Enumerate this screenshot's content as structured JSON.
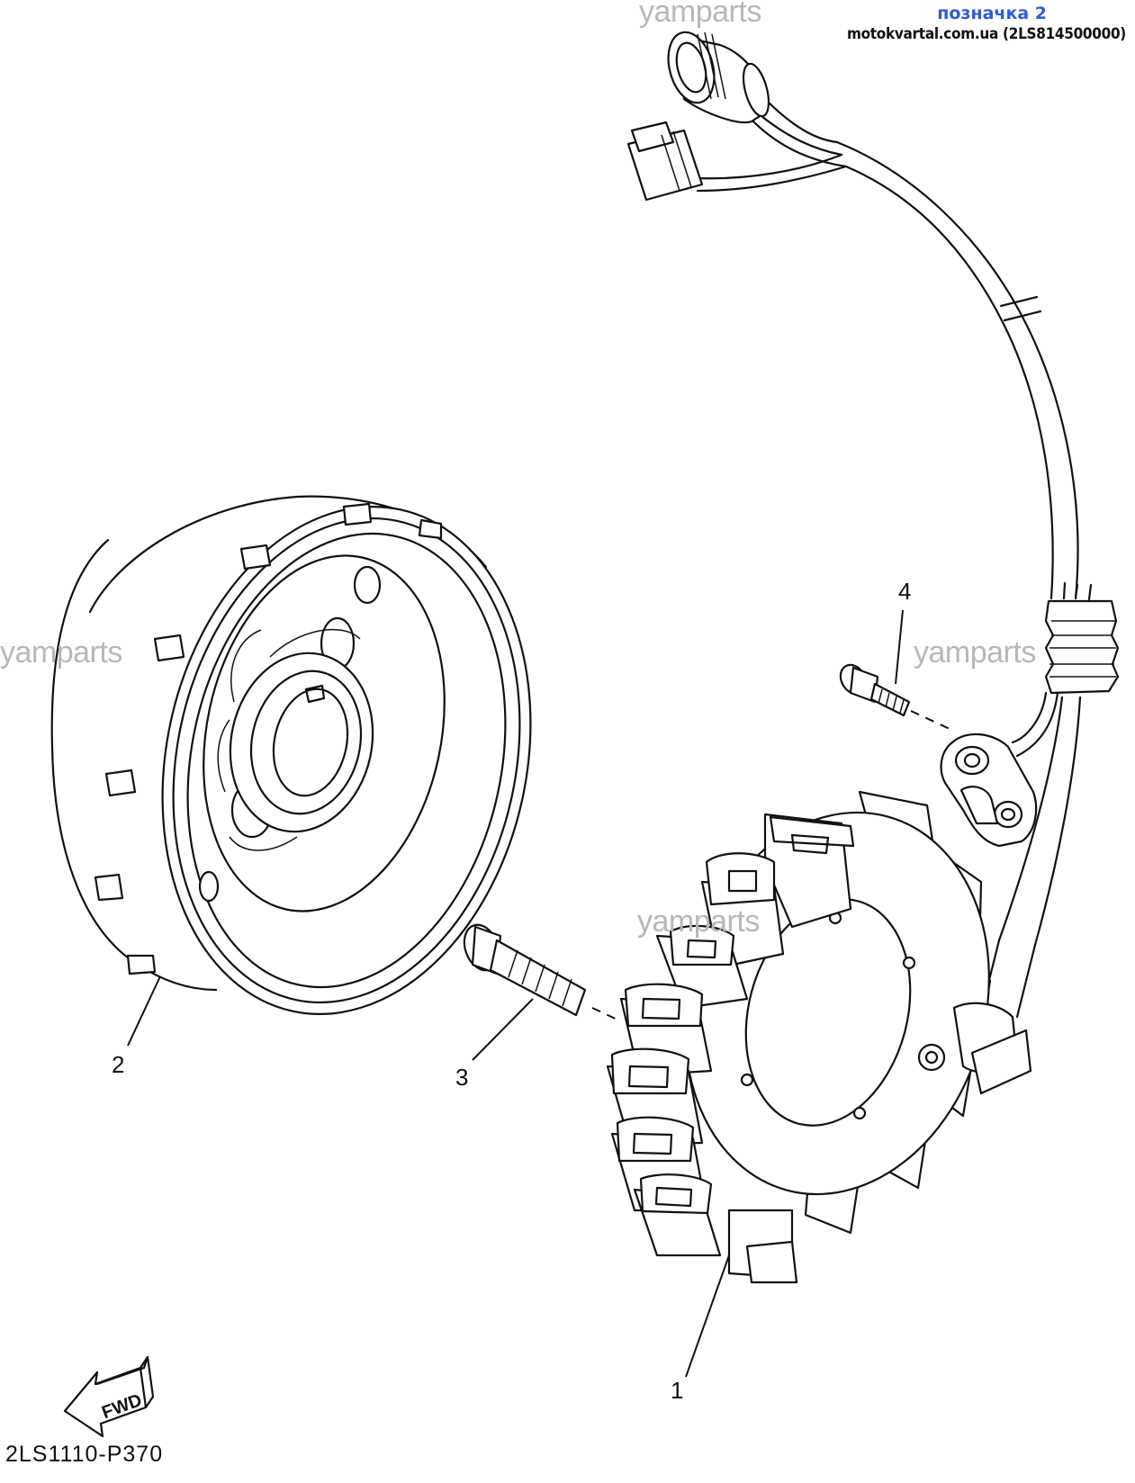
{
  "header": {
    "label": "позначка 2",
    "site": "motokvartal.com.ua (2LS814500000)"
  },
  "watermarks": [
    "yamparts",
    "yamparts",
    "yamparts",
    "yamparts"
  ],
  "callouts": {
    "stator": "1",
    "rotor": "2",
    "bolt": "3",
    "screw": "4"
  },
  "fwd_label": "FWD",
  "diagram_code": "2LS1110-P370"
}
